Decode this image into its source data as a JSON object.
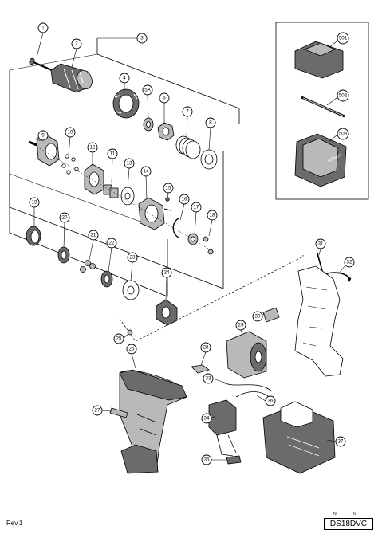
{
  "callouts": {
    "c1": "1",
    "c2": "2",
    "c3": "3",
    "c4": "4",
    "c5a": "5A",
    "c6": "6",
    "c7": "7",
    "c8": "8",
    "c9": "9",
    "c10": "10",
    "c11": "11",
    "c12": "12",
    "c13": "13",
    "c14": "14",
    "c15": "15",
    "c16": "16",
    "c17": "17",
    "c18": "18",
    "c19": "19",
    "c20": "20",
    "c21": "21",
    "c22": "22",
    "c23": "23",
    "c24": "24",
    "c25": "25",
    "c26": "26",
    "c27": "27",
    "c28": "28",
    "c29": "29",
    "c30": "30",
    "c31": "31",
    "c32": "32",
    "c33": "33",
    "c34": "34",
    "c35": "35",
    "c36": "36",
    "c37": "37",
    "c501": "501",
    "c502": "502",
    "c503": "503"
  },
  "footer": {
    "revision": "Rev.1",
    "model": "DS18DVC",
    "marks": "N 6"
  },
  "case_brand": "HITACHI"
}
